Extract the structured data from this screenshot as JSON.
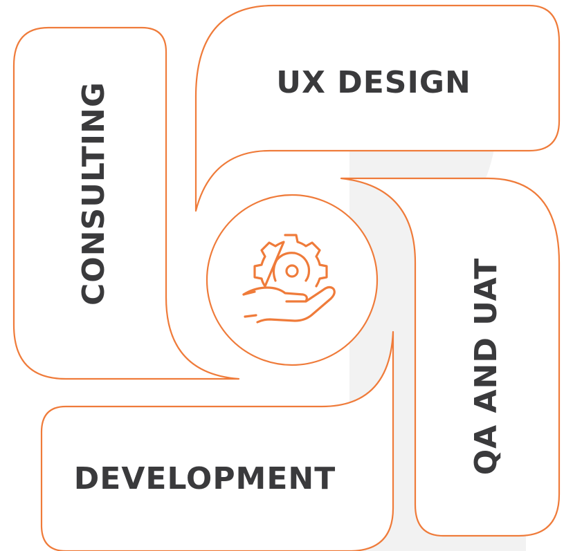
{
  "segments": {
    "consulting": "CONSULTING",
    "ux_design": "UX DESIGN",
    "qa_uat": "QA AND UAT",
    "development": "DEVELOPMENT"
  },
  "center_icon": "gear-in-hand-icon",
  "colors": {
    "accent": "#ef7b3a",
    "text": "#3a3a3c",
    "watermark": "#f2f2f2"
  }
}
